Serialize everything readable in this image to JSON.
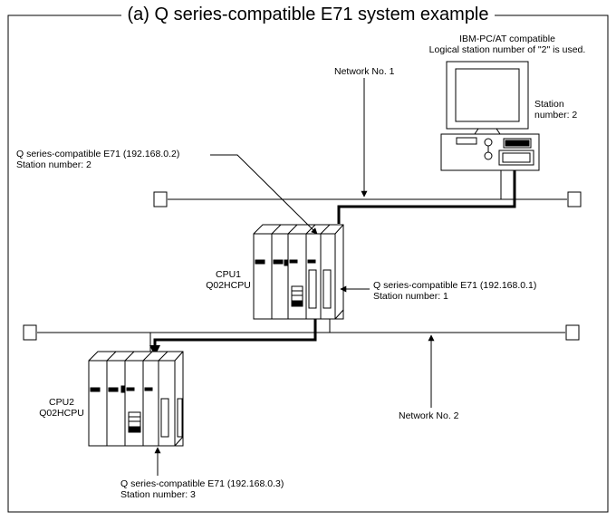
{
  "diagram": {
    "title": "(a) Q series-compatible E71 system example",
    "pc": {
      "line1": "IBM-PC/AT compatible",
      "line2": "Logical station number of \"2\" is used.",
      "station_line1": "Station",
      "station_line2": "number: 2"
    },
    "network1_label": "Network No. 1",
    "network2_label": "Network No. 2",
    "e71_a": {
      "line1": "Q series-compatible E71 (192.168.0.2)",
      "line2": "Station number: 2"
    },
    "e71_b": {
      "line1": "Q series-compatible E71 (192.168.0.1)",
      "line2": "Station number: 1"
    },
    "e71_c": {
      "line1": "Q series-compatible E71 (192.168.0.3)",
      "line2": "Station number: 3"
    },
    "cpu1": {
      "line1": "CPU1",
      "line2": "Q02HCPU"
    },
    "cpu2": {
      "line1": "CPU2",
      "line2": "Q02HCPU"
    }
  }
}
